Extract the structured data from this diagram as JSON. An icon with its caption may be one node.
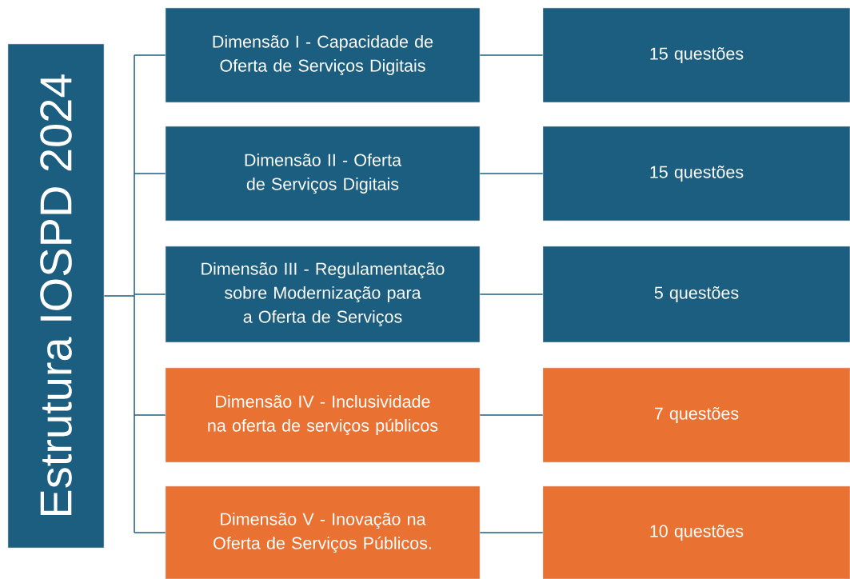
{
  "diagram": {
    "nodes": [
      {
        "text": [
          "Estrutura IOSPD 2024"
        ]
      },
      {
        "text": [
          "Dimensão I - Capacidade de Oferta de Serviços Digitais"
        ]
      },
      {
        "text": [
          "15 questões"
        ]
      },
      {
        "text": [
          "Dimensão II - Oferta de Serviços Digitais"
        ]
      },
      {
        "text": [
          "15 questões"
        ]
      },
      {
        "text": [
          "Dimensão III - Regulamentação sobre Modernização para a Oferta de Serviços"
        ]
      },
      {
        "text": [
          "5 questões"
        ]
      },
      {
        "text": [
          "Dimensão IV - Inclusividade na oferta de serviços públicos"
        ]
      },
      {
        "text": [
          "7 questões"
        ]
      },
      {
        "text": [
          "Dimensão V - Inovação na Oferta de Serviços Públicos."
        ]
      },
      {
        "text": [
          "10 questões"
        ]
      }
    ],
    "edges": [
      {
        "from": 0,
        "to": 1,
        "arrow": "none"
      },
      {
        "from": 0,
        "to": 3,
        "arrow": "none"
      },
      {
        "from": 0,
        "to": 5,
        "arrow": "none"
      },
      {
        "from": 0,
        "to": 7,
        "arrow": "none"
      },
      {
        "from": 0,
        "to": 9,
        "arrow": "none"
      },
      {
        "from": 1,
        "to": 2,
        "arrow": "none"
      },
      {
        "from": 3,
        "to": 4,
        "arrow": "none"
      },
      {
        "from": 5,
        "to": 6,
        "arrow": "none"
      },
      {
        "from": 7,
        "to": 8,
        "arrow": "none"
      },
      {
        "from": 9,
        "to": 10,
        "arrow": "none"
      }
    ]
  }
}
